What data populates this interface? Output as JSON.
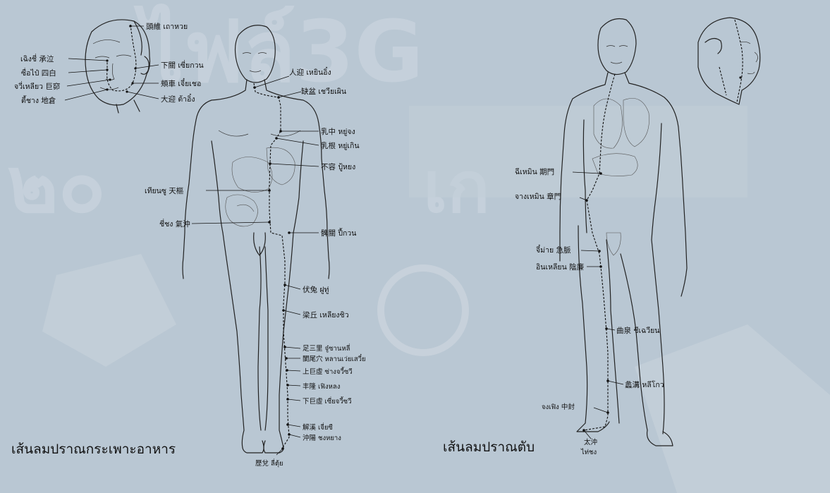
{
  "colors": {
    "background": "#b9c7d3",
    "ink": "#111111",
    "watermark": "#c7d2dc"
  },
  "watermark": {
    "logo_text": "ไฟล์3G",
    "big_numeral": "๒๐",
    "thai_letter": "เก"
  },
  "stomach_panel": {
    "caption": "เส้นลมปราณกระเพาะอาหาร",
    "head_labels": {
      "touwei": "頭維 เถาหวย",
      "chengqi": "เฉิงชี่ 承泣",
      "sibai": "ซื่อไป๋ 四白",
      "juliao": "จวี่เหลียว 巨窌",
      "dicang": "ตี้ชาง 地倉",
      "xiaguan": "下關 เซี่ยกวน",
      "jiache": "頰車 เจี๋ยเชอ",
      "daying": "大迎 ต้าอิ๋ง"
    },
    "body_labels": {
      "renying": "人迎 เหยินอิ๋ง",
      "quepen": "缺盆 เชวียเผิน",
      "ruzhong": "乳中 หยู่จง",
      "rugen": "乳根 หยู่เกิน",
      "burong": "不容 ปู้หยง",
      "tianshu": "เทียนซู 天樞",
      "qichong": "ชี่ชง 氣沖",
      "biguan": "髀關 ปี้กวน",
      "futu": "伏兔 ฝูทู่",
      "liangqiu": "梁丘 เหลียงชิว",
      "zusanli": "足三里 จู๋ซานหลี่",
      "lanwei": "闌尾穴 หลานเว่ยเสวี๋ย",
      "shangjuxu": "上巨虛 ซ่างจวี้ซวี",
      "fenglong": "丰隆 เฟิงหลง",
      "xiajuxu": "下巨虛 เซี่ยจวี้ซวี",
      "jiexi": "解溪 เจี่ยซี",
      "chongyang": "沖陽 ชงหยาง",
      "lidui": "歷兌 ลี่ตุ้ย"
    }
  },
  "liver_panel": {
    "caption": "เส้นลมปราณตับ",
    "labels": {
      "qimen": "ฉีเหมิน 期門",
      "zhangmen": "จางเหมิน 章門",
      "jimai": "จี๋ม่าย 急脈",
      "yinlian": "อินเหลียน 陰廉",
      "ququan": "曲泉 ชีเฉวียน",
      "ligou": "蠡溝 หลีโกว",
      "zhongfeng": "จงเฟิง 中封",
      "taichong_cn": "太沖",
      "taichong_th": "ไท่ชง"
    }
  }
}
